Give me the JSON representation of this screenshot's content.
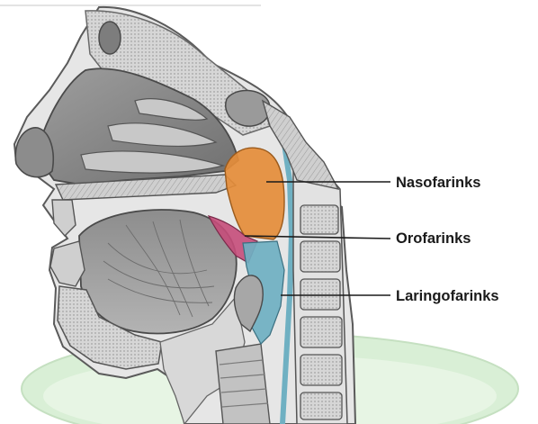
{
  "labels": {
    "nasopharynx": "Nasofarinks",
    "oropharynx": "Orofarinks",
    "laryngopharynx": "Laringofarinks"
  },
  "colors": {
    "nasopharynx": "#e58d3a",
    "oropharynx": "#c54d7a",
    "laryngopharynx": "#6fb0c2",
    "background_ring": "#d4ecd0",
    "tissue": "#bdbdbd"
  },
  "icons": {
    "head": "head-sagittal-section-illustration"
  }
}
